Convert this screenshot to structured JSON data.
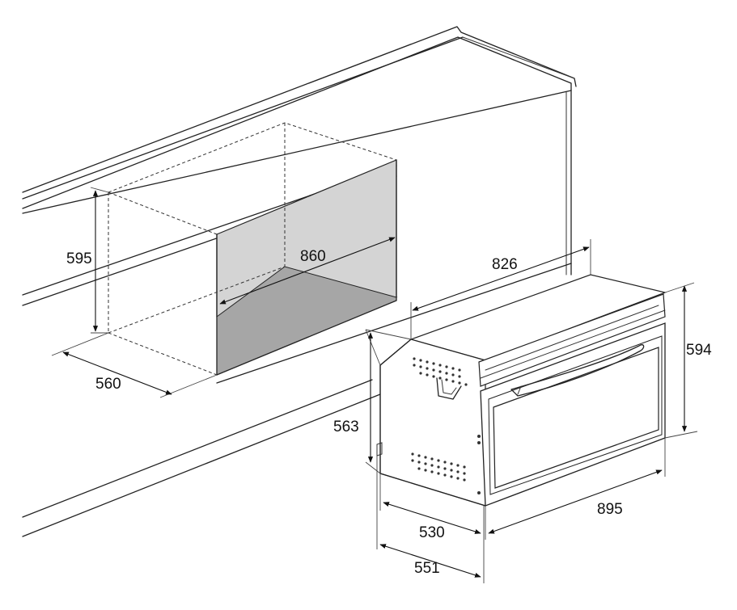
{
  "diagram": {
    "colors": {
      "line": "#222222",
      "niche_back": "#d4d4d4",
      "niche_floor": "#a6a6a6",
      "background": "#ffffff"
    },
    "dimensions": {
      "niche_height": "595",
      "niche_width": "860",
      "niche_depth": "560",
      "oven_width": "826",
      "oven_front_height": "594",
      "oven_body_height": "563",
      "oven_front_width": "895",
      "oven_depth_body": "530",
      "oven_depth_total": "551"
    }
  }
}
